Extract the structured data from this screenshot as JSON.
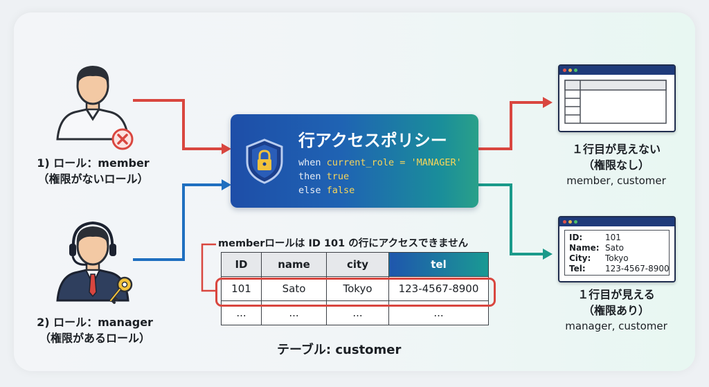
{
  "roles": {
    "member": {
      "line1": "1) ロール：member",
      "line2": "（権限がないロール）"
    },
    "manager": {
      "line1": "2) ロール：manager",
      "line2": "（権限があるロール）"
    }
  },
  "policy": {
    "title": "行アクセスポリシー",
    "code": {
      "when_kw": "when ",
      "condition": "current_role = 'MANAGER'",
      "then_kw": "then ",
      "then_val": "true",
      "else_kw": "else ",
      "else_val": "false"
    }
  },
  "table": {
    "note": "memberロールは ID 101 の行にアクセスできません",
    "caption": "テーブル: customer",
    "headers": [
      "ID",
      "name",
      "city",
      "tel"
    ],
    "rows": [
      [
        "101",
        "Sato",
        "Tokyo",
        "123-4567-8900"
      ],
      [
        "...",
        "...",
        "...",
        "..."
      ]
    ]
  },
  "results": {
    "hidden": {
      "line1": "１行目が見えない",
      "line2": "（権限なし）",
      "who": "member, customer"
    },
    "visible": {
      "line1": "１行目が見える",
      "line2": "（権限あり）",
      "who": "manager, customer",
      "record": [
        {
          "key": "ID:",
          "value": "101"
        },
        {
          "key": "Name:",
          "value": "Sato"
        },
        {
          "key": "City:",
          "value": "Tokyo"
        },
        {
          "key": "Tel:",
          "value": "123-4567-8900"
        }
      ]
    }
  },
  "colors": {
    "denied_arrow": "#d9463f",
    "allowed_arrow_start": "#1f6fc0",
    "allowed_arrow_end": "#1a9a8a",
    "window_bar": "#1f3b7a"
  },
  "icons": [
    "member-avatar-icon",
    "deny-x-icon",
    "manager-avatar-icon",
    "key-icon",
    "shield-lock-icon"
  ]
}
